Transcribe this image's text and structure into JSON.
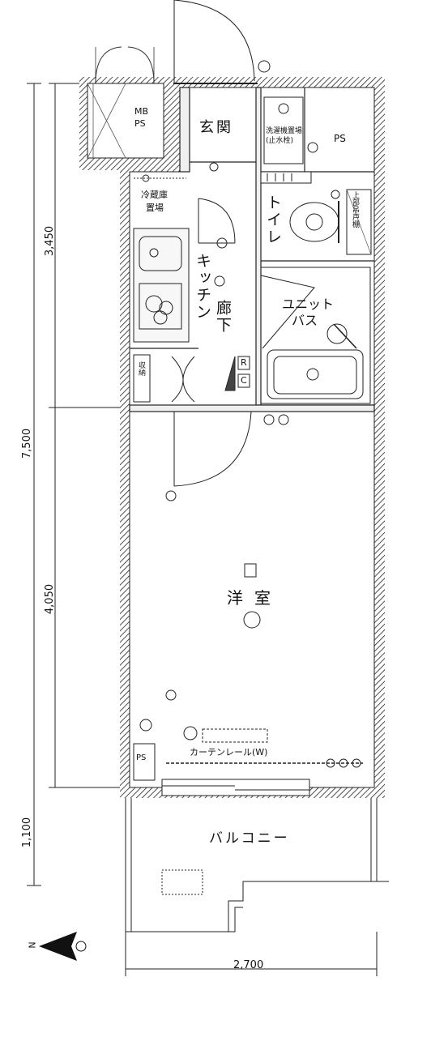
{
  "rooms": {
    "mbps": [
      "MB",
      "PS"
    ],
    "genkan": "玄関",
    "ps_top": "PS",
    "ps_bottom": "PS",
    "senmen": [
      "洗濯機置場",
      "(止水栓)"
    ],
    "reizoko": [
      "冷蔵庫",
      "置場"
    ],
    "toilet": "トイレ",
    "kitchen": "キッチン",
    "rouka": "廊下",
    "unitbath": [
      "ユニット",
      "バス"
    ],
    "yoshitsu": "洋室",
    "curtain": "カーテンレール(W)",
    "balcony": "バルコニー",
    "shunou": "収納",
    "jodana": "上部吊戸棚",
    "switch_r": "R",
    "switch_c": "C"
  },
  "dimensions": {
    "total_height": "7,500",
    "upper": "3,450",
    "middle": "4,050",
    "balcony_depth": "1,100",
    "width": "2,700"
  },
  "compass": {
    "letter": "N"
  }
}
